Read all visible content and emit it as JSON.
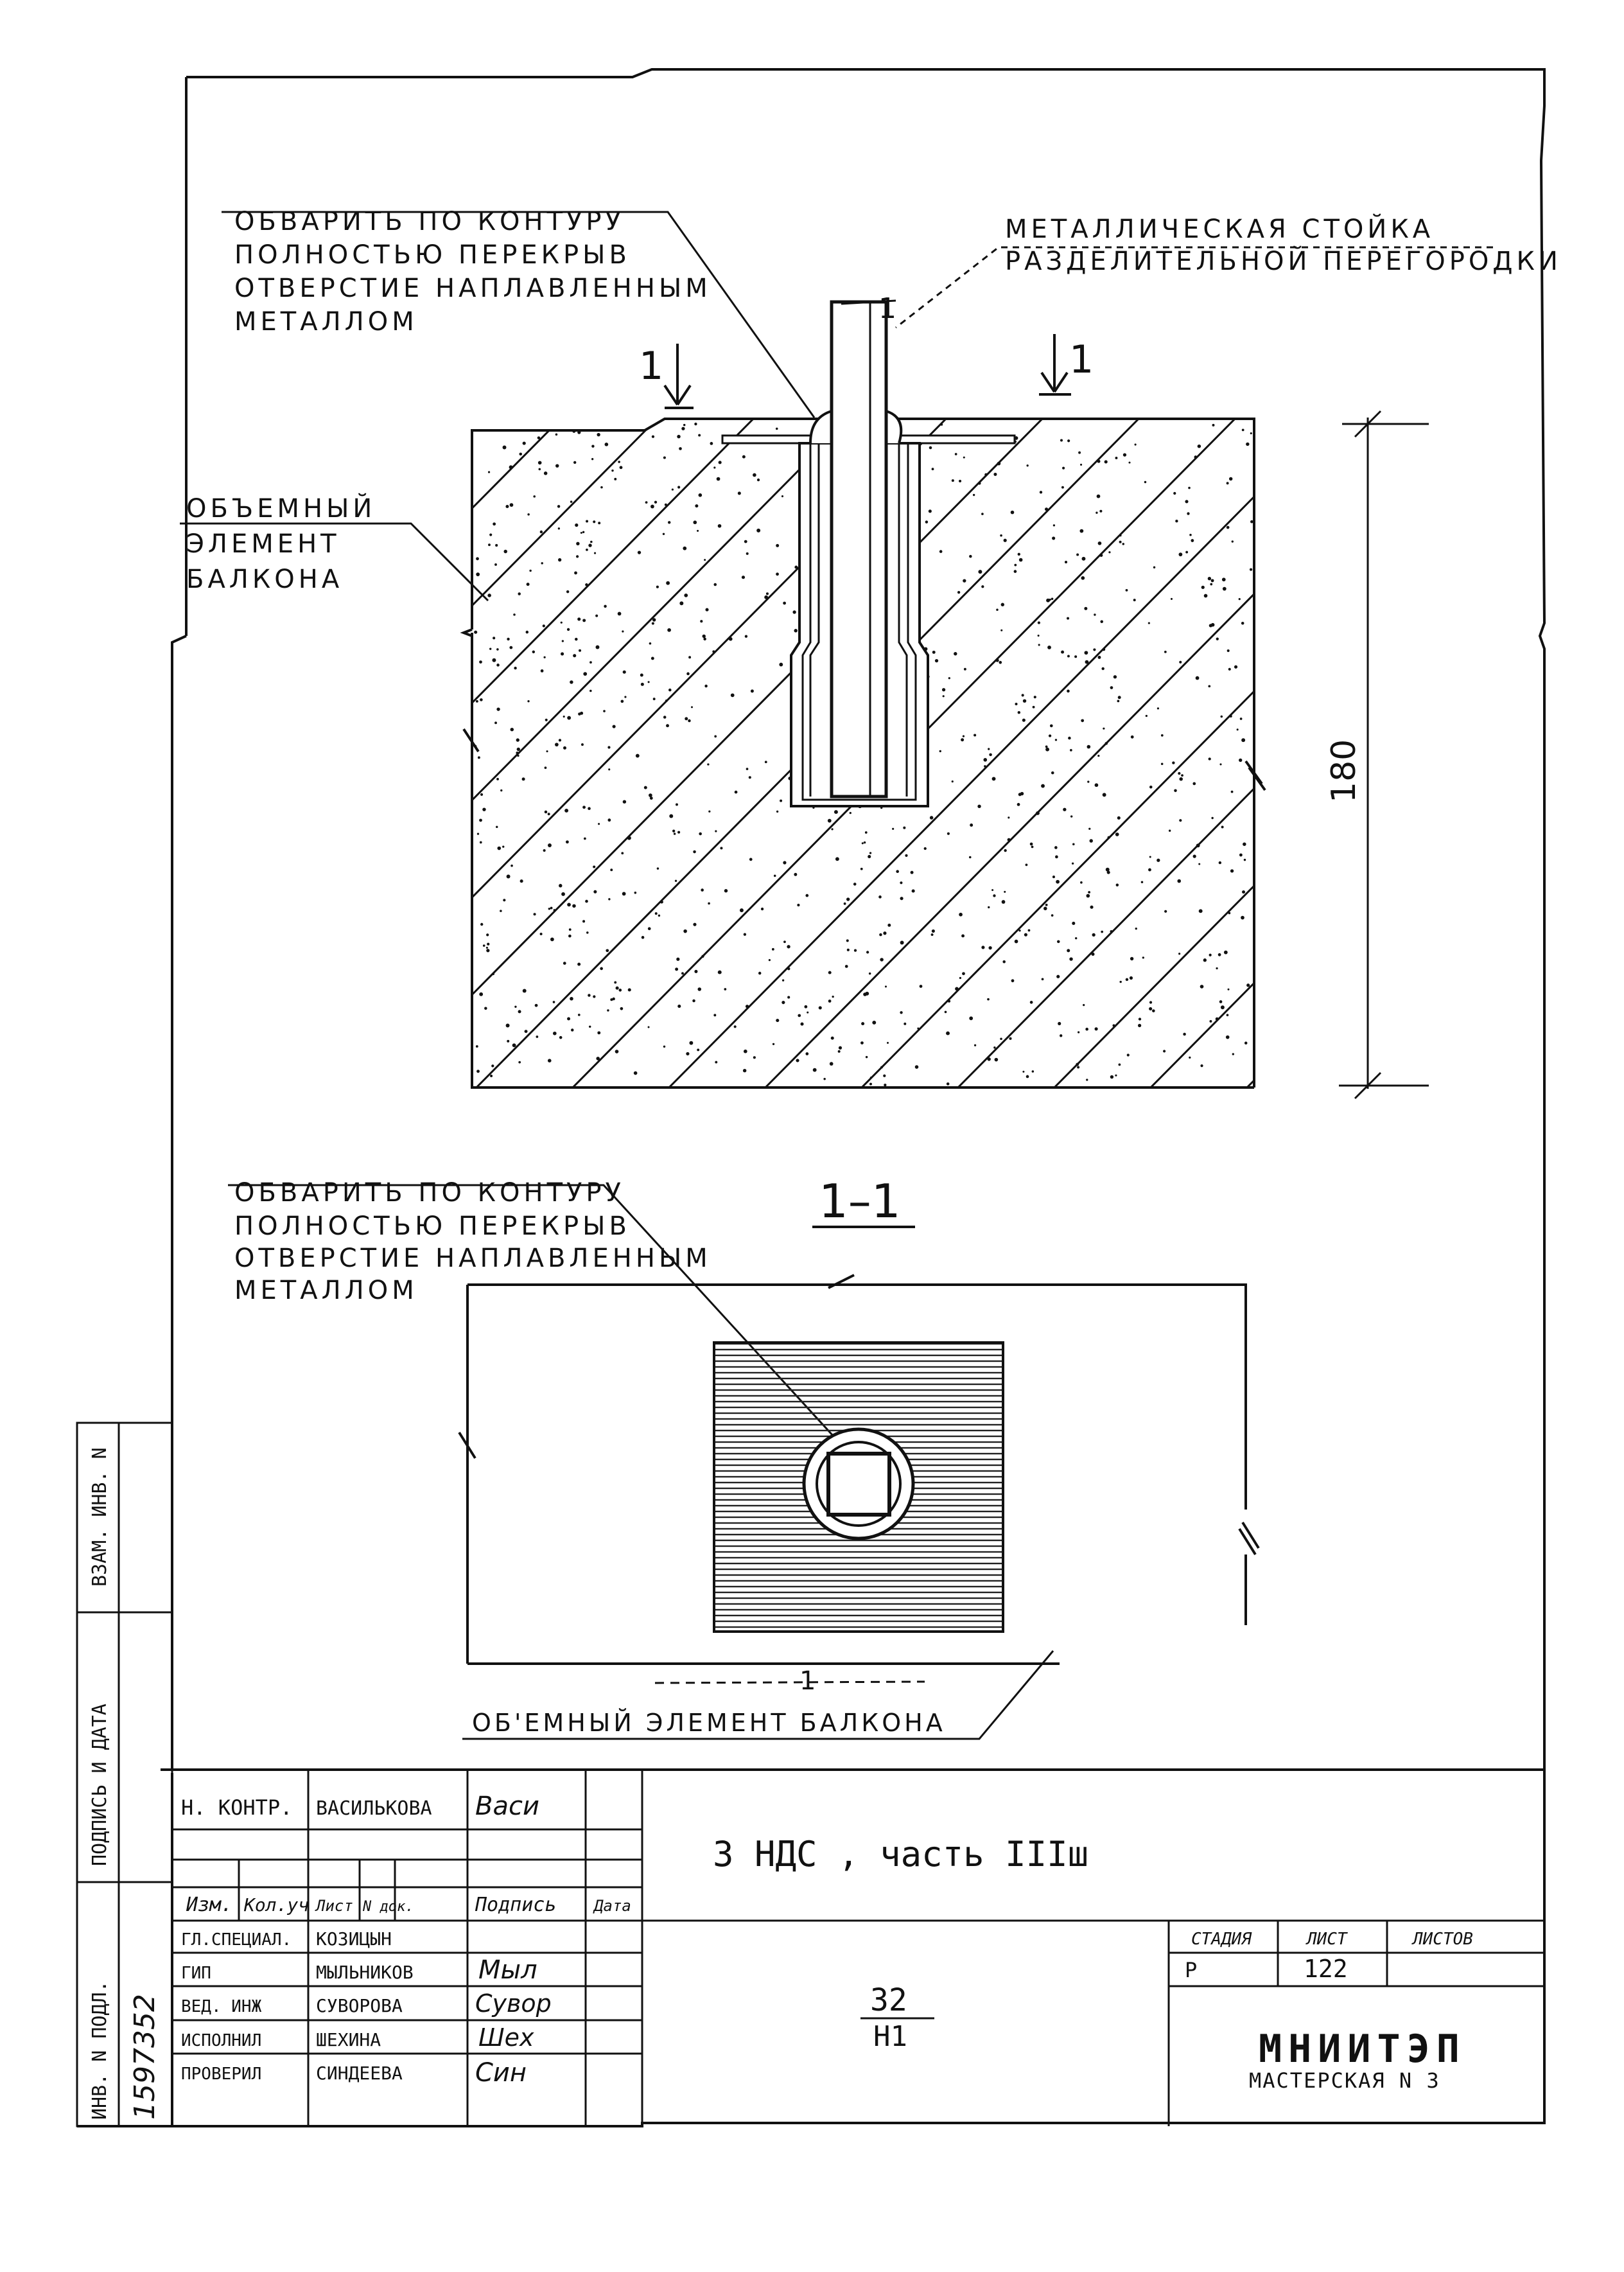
{
  "drawing": {
    "callout_top_left": [
      "ОБВАРИТЬ ПО КОНТУРУ",
      "ПОЛНОСТЬЮ ПЕРЕКРЫВ",
      "ОТВЕРСТИЕ НАПЛАВЛЕННЫМ",
      "МЕТАЛЛОМ"
    ],
    "callout_top_right": [
      "МЕТАЛЛИЧЕСКАЯ СТОЙКА",
      "РАЗДЕЛИТЕЛЬНОЙ ПЕРЕГОРОДКИ"
    ],
    "callout_volume_element": [
      "ОБЪЕМНЫЙ",
      "ЭЛЕМЕНТ",
      "БАЛКОНА"
    ],
    "section_mark": "1",
    "dimension_height": "180",
    "section_title": "1–1",
    "callout_section": [
      "ОБВАРИТЬ ПО КОНТУРУ",
      "ПОЛНОСТЬЮ ПЕРЕКРЫВ",
      "ОТВЕРСТИЕ НАПЛАВЛЕННЫМ",
      "МЕТАЛЛОМ"
    ],
    "callout_section_bottom": "ОБ'ЕМНЫЙ  ЭЛЕМЕНТ  БАЛКОНА",
    "axis_mark": "1"
  },
  "side_stamp": {
    "labels": [
      "ВЗАМ. ИНВ. N",
      "ПОДПИСЬ И ДАТА",
      "ИНВ. N ПОДЛ."
    ],
    "inv_number": "1597352"
  },
  "title_block": {
    "norm_control_label": "Н. КОНТР.",
    "norm_control_name": "ВАСИЛЬКОВА",
    "norm_control_sign": "Васи",
    "headers": [
      "Изм.",
      "Кол.уч",
      "Лист",
      "N док.",
      "Подпись",
      "Дата"
    ],
    "rows": [
      {
        "role": "ГЛ.СПЕЦИАЛ.",
        "name": "КОЗИЦЫН",
        "sign": ""
      },
      {
        "role": "ГИП",
        "name": "МЫЛЬНИКОВ",
        "sign": "Мыл"
      },
      {
        "role": "ВЕД. ИНЖ",
        "name": "СУВОРОВА",
        "sign": "Сувор"
      },
      {
        "role": "ИСПОЛНИЛ",
        "name": "ШЕХИНА",
        "sign": "Шех"
      },
      {
        "role": "ПРОВЕРИЛ",
        "name": "СИНДЕЕВА",
        "sign": "Син"
      }
    ],
    "project_title": "3 НДС , часть IIIш",
    "code_top": "32",
    "code_bottom": "Н1",
    "stage_label": "СТАДИЯ",
    "sheet_label": "ЛИСТ",
    "sheets_label": "ЛИСТОВ",
    "stage": "Р",
    "sheet": "122",
    "sheets": "",
    "org_name": "МНИИТЭП",
    "org_dept": "МАСТЕРСКАЯ N 3"
  }
}
